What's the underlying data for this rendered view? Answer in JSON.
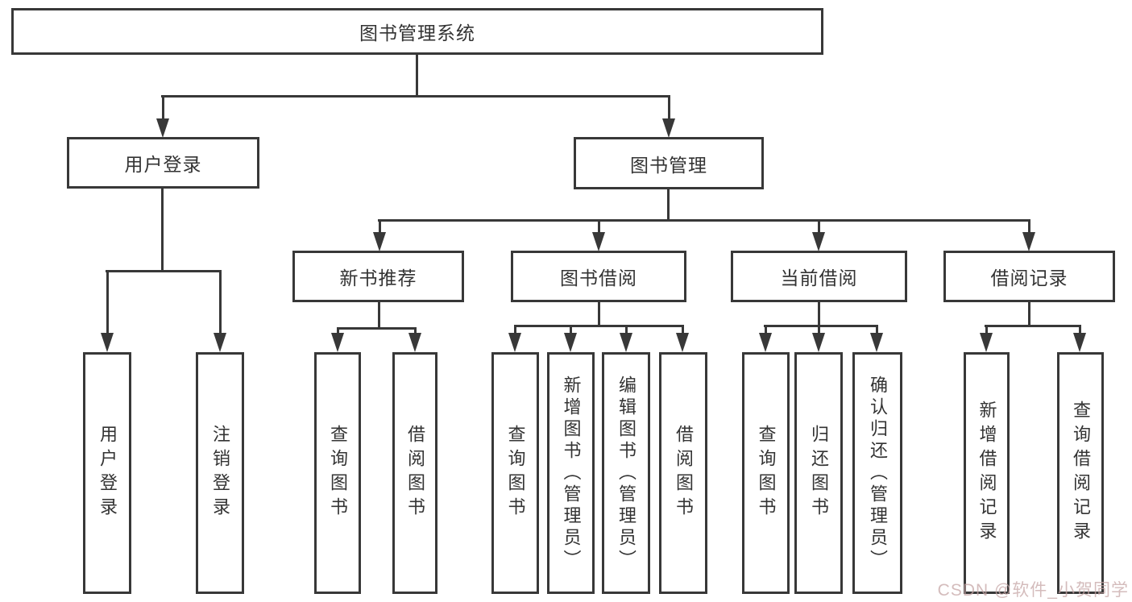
{
  "root_label": "图书管理系统",
  "branches": {
    "user_login": {
      "label": "用户登录",
      "children": [
        "用户登录",
        "注销登录"
      ]
    },
    "book_mgmt": {
      "label": "图书管理"
    },
    "new_books": {
      "label": "新书推荐",
      "children": [
        "查询图书",
        "借阅图书"
      ]
    },
    "book_borrow": {
      "label": "图书借阅",
      "children": [
        "查询图书",
        "新增图书（管理员）",
        "编辑图书（管理员）",
        "借阅图书"
      ]
    },
    "current_borrow": {
      "label": "当前借阅",
      "children": [
        "查询图书",
        "归还图书",
        "确认归还（管理员）"
      ]
    },
    "borrow_records": {
      "label": "借阅记录",
      "children": [
        "新增借阅记录",
        "查询借阅记录"
      ]
    }
  },
  "watermark": {
    "text": "CSDN @软件_小贺同学"
  },
  "colors": {
    "line": "#383838",
    "box_border": "#383838",
    "text": "#333333",
    "background": "#ffffff",
    "watermark": "#c6a6a6"
  }
}
